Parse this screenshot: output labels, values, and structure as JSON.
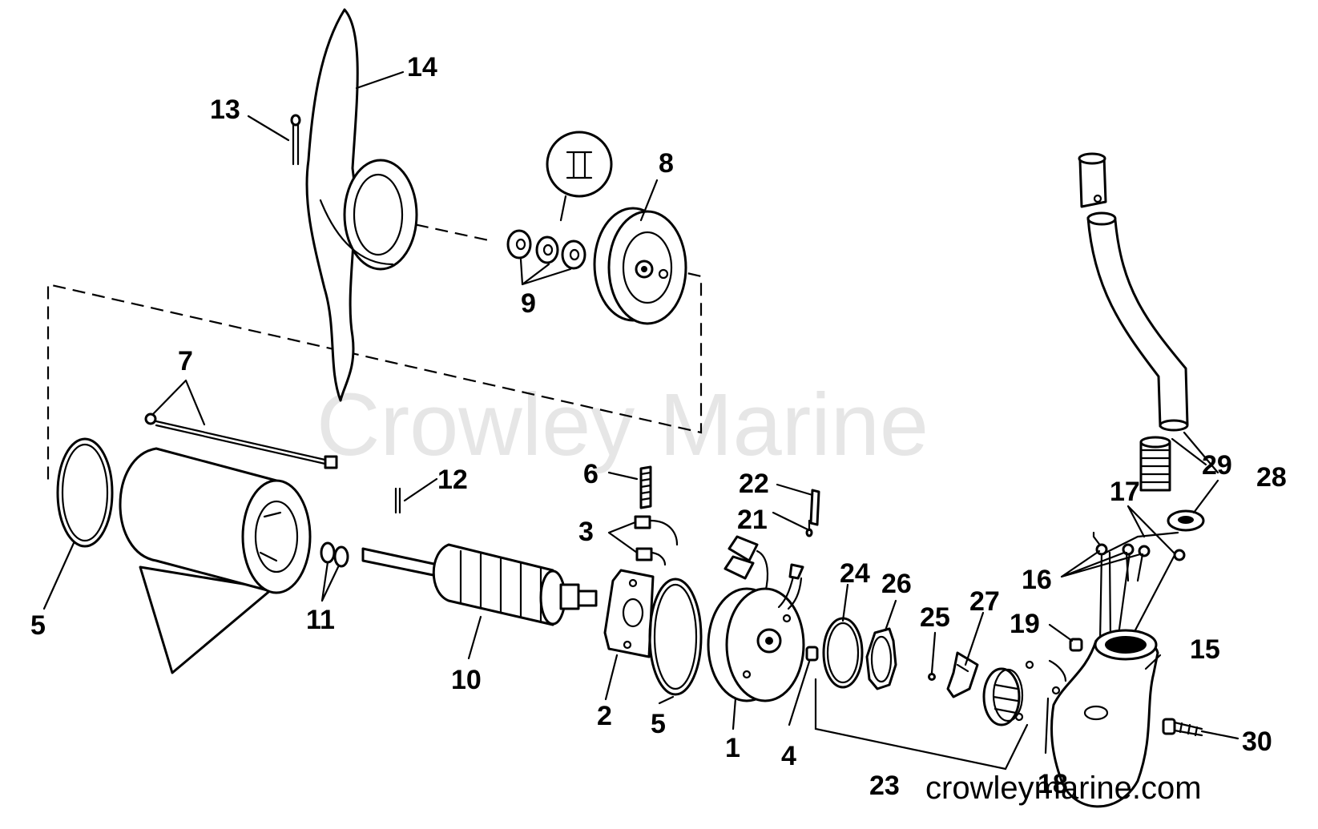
{
  "watermark": "Crowley Marine",
  "footer": "crowleymarine.com",
  "callouts": {
    "p1": "1",
    "p2": "2",
    "p3": "3",
    "p4": "4",
    "p5a": "5",
    "p5b": "5",
    "p6": "6",
    "p7": "7",
    "p8": "8",
    "p9": "9",
    "p10": "10",
    "p11": "11",
    "p12": "12",
    "p13": "13",
    "p14": "14",
    "p15": "15",
    "p16": "16",
    "p17": "17",
    "p18": "18",
    "p19": "19",
    "p21": "21",
    "p22": "22",
    "p23": "23",
    "p24": "24",
    "p25": "25",
    "p26": "26",
    "p27": "27",
    "p28": "28",
    "p29": "29",
    "p30": "30"
  }
}
